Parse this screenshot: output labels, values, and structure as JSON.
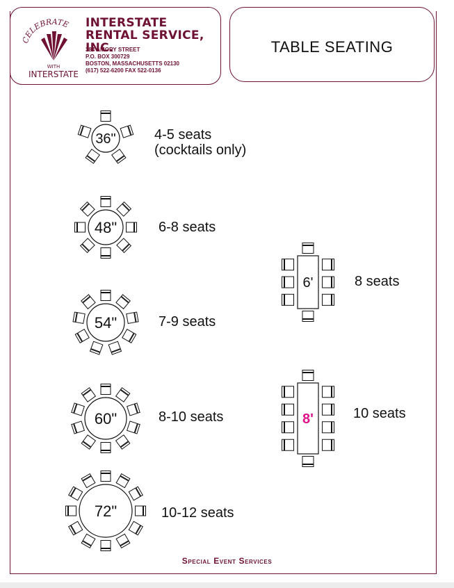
{
  "header": {
    "logo_text": {
      "celebrate": "CELEBRATE",
      "with": "WITH",
      "brand": "INTERSTATE"
    },
    "company_line1": "INTERSTATE",
    "company_line2": "RENTAL SERVICE, INC.",
    "address_lines": [
      "384 AMORY STREET",
      "P.O. BOX 300729",
      "BOSTON, MASSACHUSETTS 02130",
      "(617) 522-6200   FAX 522-0136"
    ],
    "title": "TABLE SEATING"
  },
  "round_tables": [
    {
      "size": "36\"",
      "seats": "4-5 seats",
      "note": "(cocktails only)",
      "chairs": 5
    },
    {
      "size": "48\"",
      "seats": "6-8 seats",
      "note": "",
      "chairs": 8
    },
    {
      "size": "54\"",
      "seats": "7-9 seats",
      "note": "",
      "chairs": 9
    },
    {
      "size": "60\"",
      "seats": "8-10 seats",
      "note": "",
      "chairs": 10
    },
    {
      "size": "72\"",
      "seats": "10-12 seats",
      "note": "",
      "chairs": 12
    }
  ],
  "rect_tables": [
    {
      "size": "6'",
      "seats": "8 seats",
      "size_color": "#111111"
    },
    {
      "size": "8'",
      "seats": "10 seats",
      "size_color": "#e0118a"
    }
  ],
  "footer": "Special Event Services",
  "colors": {
    "brand": "#6e1133",
    "accent": "#e0118a"
  }
}
